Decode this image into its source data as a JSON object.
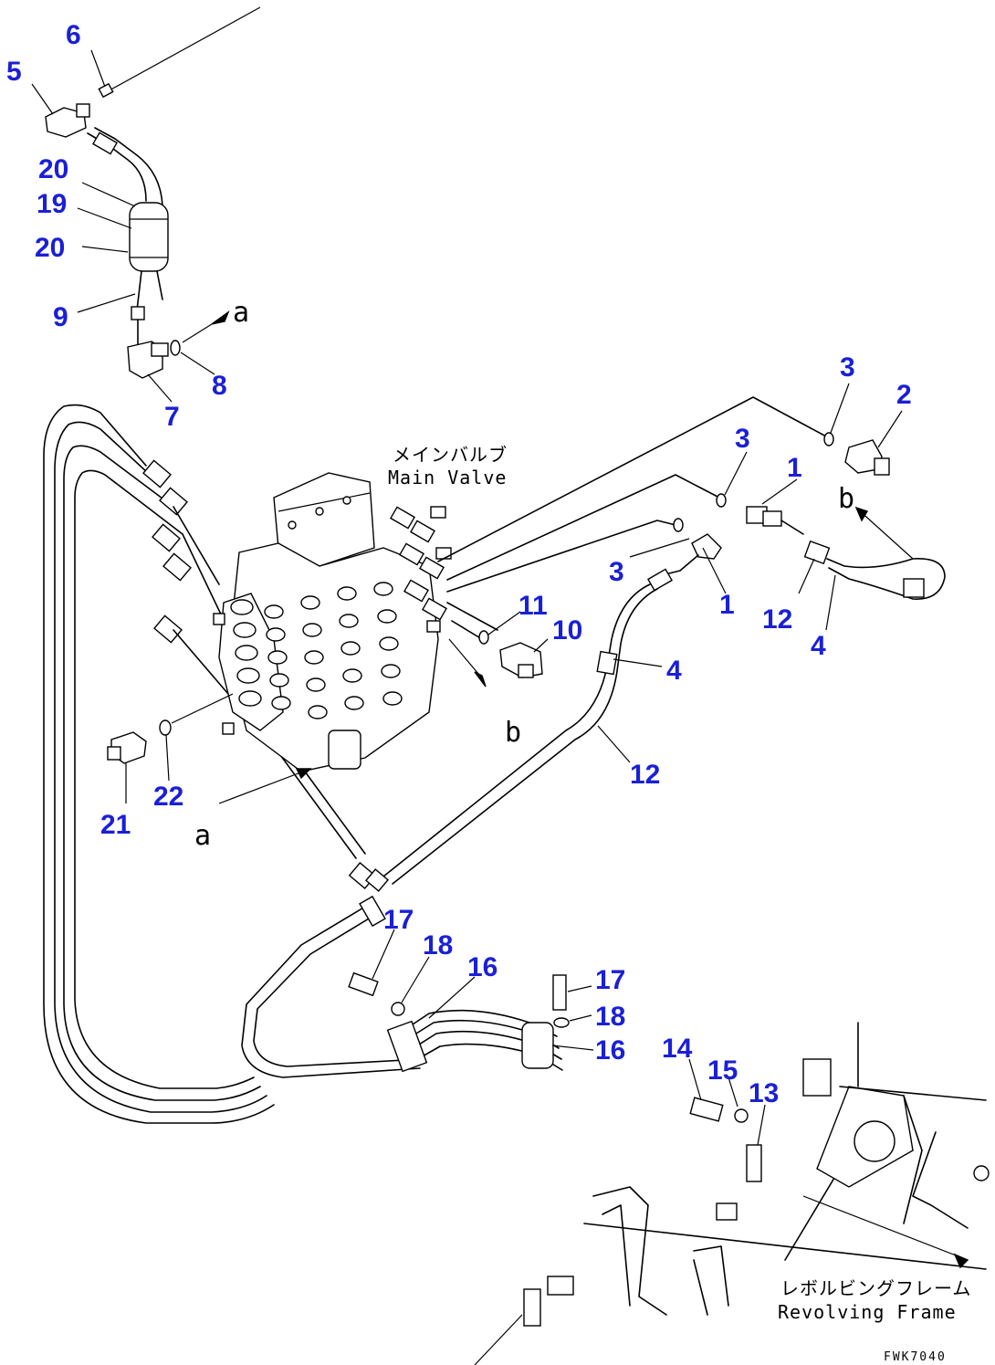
{
  "callouts": [
    "6",
    "5",
    "20",
    "19",
    "20",
    "9",
    "8",
    "7",
    "3",
    "2",
    "3",
    "1",
    "3",
    "1",
    "12",
    "4",
    "11",
    "10",
    "4",
    "12",
    "22",
    "21",
    "17",
    "18",
    "16",
    "17",
    "18",
    "16",
    "14",
    "15",
    "13"
  ],
  "view_marks": [
    "a",
    "a",
    "b",
    "b"
  ],
  "captions": {
    "main_valve_jp": "メインバルブ",
    "main_valve_en": "Main Valve",
    "frame_jp": "レボルビングフレーム",
    "frame_en": "Revolving Frame"
  },
  "drawing_code": "FWK7040",
  "colors": {
    "callout": "#1a20d6",
    "line": "#000000",
    "background": "#ffffff"
  }
}
